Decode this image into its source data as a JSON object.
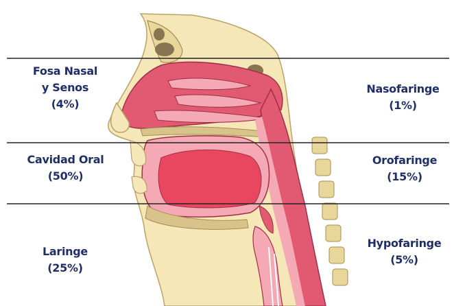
{
  "regions": [
    {
      "id": "fosa-nasal",
      "lines": [
        "Fosa Nasal",
        "y Senos",
        "(4%)"
      ]
    },
    {
      "id": "nasofaringe",
      "lines": [
        "Nasofaringe",
        "(1%)"
      ]
    },
    {
      "id": "cavidad-oral",
      "lines": [
        "Cavidad Oral",
        "(50%)"
      ]
    },
    {
      "id": "orofaringe",
      "lines": [
        "Orofaringe",
        "(15%)"
      ]
    },
    {
      "id": "laringe",
      "lines": [
        "Laringe",
        "(25%)"
      ]
    },
    {
      "id": "hypofaringe",
      "lines": [
        "Hypofaringe",
        "(5%)"
      ]
    }
  ],
  "colors": {
    "label_text": "#1f2f66",
    "divider": "#222222",
    "skin": "#f6e7b8",
    "mucosa": "#f4a9b5",
    "tissue": "#e25a72",
    "tongue": "#e8475f",
    "bone": "#c9b276",
    "sinus": "#8a7350"
  }
}
